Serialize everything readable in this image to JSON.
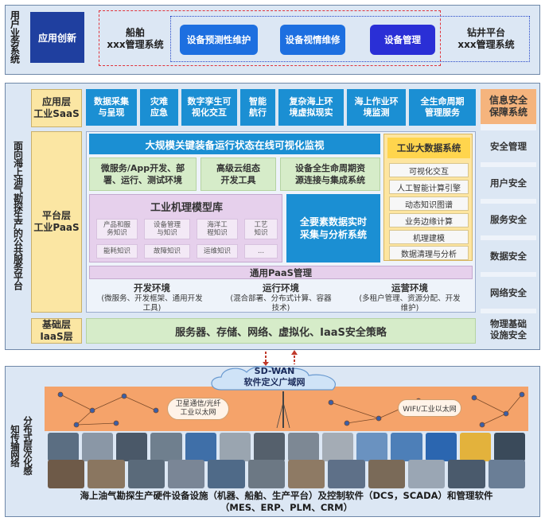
{
  "top": {
    "user_system_label": "用户业务系统",
    "app_innovation": "应用创新",
    "ship_system": "船舶\nxxx管理系统",
    "predictive_maintenance": "设备预测性维护",
    "visual_repair": "设备视情维修",
    "device_management": "设备管理",
    "drill_platform": "钻井平台\nxxx管理系统"
  },
  "middle": {
    "vertical_label": "面向海上油气勘探生产的公共服务平台",
    "saas_label": "应用层\n工业SaaS",
    "saas_items": [
      "数据采集\n与呈现",
      "灾难\n应急",
      "数字孪生可\n视化交互",
      "智能\n航行",
      "复杂海上环\n境虚拟现实",
      "海上作业环\n境监测",
      "全生命周期\n管理服务"
    ],
    "paas_label": "平台层\n工业PaaS",
    "monitor_bar": "大规模关键装备运行状态在线可视化监视",
    "green_microservice": "微服务/App开发、部\n署、运行、测试环境",
    "green_cloud": "高级云组态\n开发工具",
    "green_lifecycle": "设备全生命周期资\n源连接与集成系统",
    "mech_lib_title": "工业机理模型库",
    "mech_items": [
      "产品和服\n务知识",
      "设备管理\n与知识",
      "海洋工\n程知识",
      "工艺\n知识",
      "能耗知识",
      "故障知识",
      "运维知识",
      "..."
    ],
    "allfactor": "全要素数据实时\n采集与分析系统",
    "bigdata_title": "工业大数据系统",
    "bigdata_items": [
      "可视化交互",
      "人工智能计算引擎",
      "动态知识图谱",
      "业务边缘计算",
      "机理建模",
      "数据清理与分析"
    ],
    "paas_mgmt": "通用PaaS管理",
    "env_dev_title": "开发环境",
    "env_dev_desc": "(微服务、开发框架、通用开发\n工具)",
    "env_run_title": "运行环境",
    "env_run_desc": "(混合部署、分布式计算、容器\n技术)",
    "env_ops_title": "运营环境",
    "env_ops_desc": "(多租户管理、资源分配、开发\n维护)",
    "iaas_label": "基础层\nIaaS层",
    "iaas_bar": "服务器、存储、网络、虚拟化、IaaS安全策略",
    "security_title": "信息安全\n保障系统",
    "security_items": [
      "安全管理",
      "用户安全",
      "服务安全",
      "数据安全",
      "网络安全",
      "物理基础\n设施安全"
    ]
  },
  "bottom": {
    "vertical_label": "分布式层次化感知传输网络",
    "sdwan": "SD-WAN\n软件定义广域网",
    "satellite_label": "卫星通信/光纤\n工业以太网",
    "wifi_label": "WIFI/工业以太网",
    "caption": "海上油气勘探生产硬件设备设施（机器、船舶、生产平台）及控制软件（DCS，SCADA）和管理软件\n（MES、ERP、PLM、CRM）"
  },
  "colors": {
    "accent_blue": "#1b8fd3",
    "deep_blue": "#1f3f9f",
    "dashed_red": "#e0333b",
    "orange_band": "#f5a36a"
  }
}
